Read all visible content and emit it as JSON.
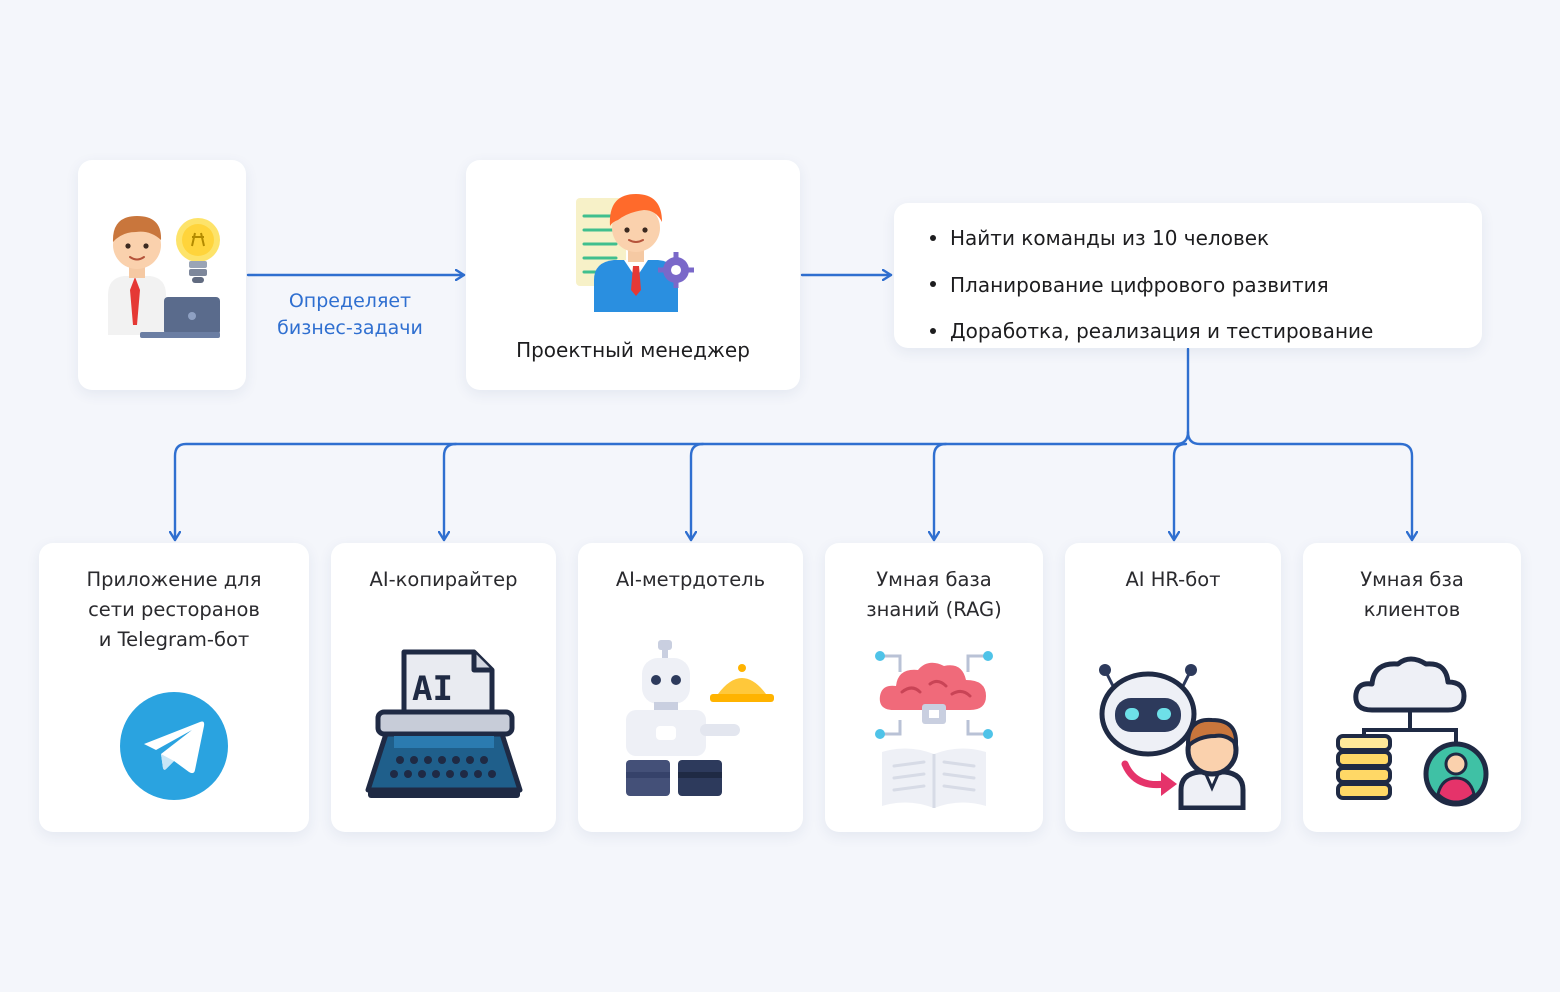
{
  "client": {
    "icon": "businessman-idea-laptop-icon"
  },
  "arrow_label": {
    "line1": "Определяет",
    "line2": "бизнес-задачи"
  },
  "project_manager": {
    "title": "Проектный менеджер",
    "icon": "project-manager-icon"
  },
  "tasks": [
    "Найти команды из 10 человек",
    "Планирование цифрового развития",
    "Доработка, реализация и тестирование"
  ],
  "modules": [
    {
      "title_lines": [
        "Приложение для",
        "сети ресторанов",
        "и Telegram-бот"
      ],
      "icon": "telegram-icon"
    },
    {
      "title_lines": [
        "AI-копирайтер"
      ],
      "icon": "ai-typewriter-icon",
      "icon_text": "AI"
    },
    {
      "title_lines": [
        "AI-метрдотель"
      ],
      "icon": "robot-waiter-icon"
    },
    {
      "title_lines": [
        "Умная база",
        "знаний (RAG)"
      ],
      "icon": "cloud-brain-book-icon"
    },
    {
      "title_lines": [
        "AI HR-бот"
      ],
      "icon": "robot-hr-icon"
    },
    {
      "title_lines": [
        "Умная бза",
        "клиентов"
      ],
      "icon": "cloud-database-user-icon"
    }
  ],
  "colors": {
    "arrow": "#2f6fd0",
    "background": "#f4f6fb",
    "card": "#ffffff",
    "telegram": "#2aa3e0"
  }
}
